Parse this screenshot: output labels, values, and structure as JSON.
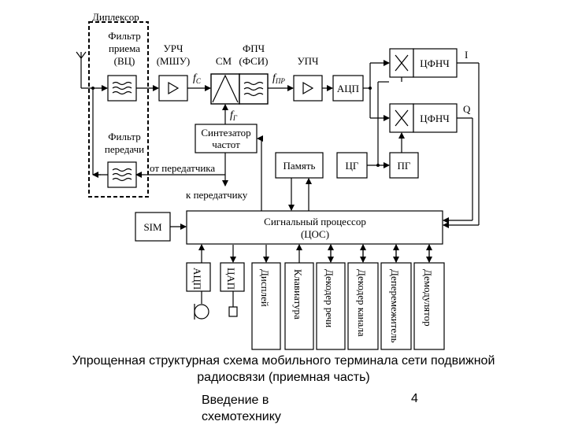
{
  "diagram": {
    "diplexer": "Диплексор",
    "rx_filter": [
      "Фильтр",
      "приема",
      "(ВЦ)"
    ],
    "tx_filter": [
      "Фильтр",
      "передачи"
    ],
    "lna": [
      "УРЧ",
      "(МШУ)"
    ],
    "mixer_label": "СМ",
    "mixer_filter": [
      "ФПЧ",
      "(ФСИ)"
    ],
    "if_amp": "УПЧ",
    "adc": "АЦП",
    "lpf": "ЦФНЧ",
    "out_i": "I",
    "out_q": "Q",
    "synth": [
      "Синтезатор",
      "частот"
    ],
    "memory": "Память",
    "clock": "ЦГ",
    "phase_shift": "ПГ",
    "from_tx": "от передатчика",
    "to_tx": "к передатчику",
    "sim": "SIM",
    "dsp": [
      "Сигнальный процессор",
      "(ЦОС)"
    ],
    "adc_small": "АЦП",
    "dac_small": "ЦАП",
    "display": "Дисплей",
    "keyboard": "Клавиатура",
    "speech_dec": "Декодер речи",
    "chan_dec": "Декодер канала",
    "deinterleaver": "Деперемежитель",
    "demod": "Демодулятор",
    "fc": "f",
    "fc_sub": "C",
    "fif": "f",
    "fif_sub": "ПР",
    "fg": "f",
    "fg_sub": "Г"
  },
  "caption": {
    "line1": "Упрощенная структурная схема мобильного терминала сети подвижной",
    "line2": "радиосвязи (приемная часть)"
  },
  "footer": {
    "course": "Введение в схемотехнику",
    "page": "4"
  }
}
